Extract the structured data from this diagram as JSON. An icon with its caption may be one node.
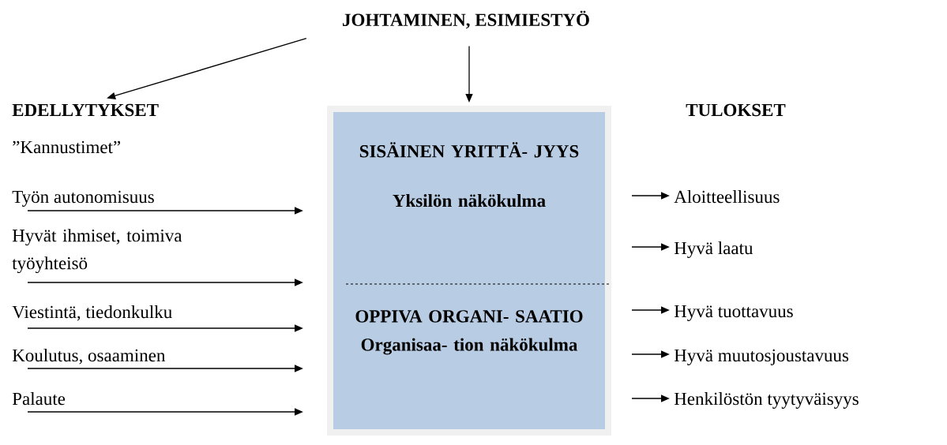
{
  "diagram": {
    "nodes": [
      {
        "text": [
          "JOHTAMINEN, ESIMIESTYÖ"
        ]
      },
      {
        "text": [
          "EDELLYTYKSET"
        ]
      },
      {
        "text": [
          "SISÄINEN YRITTÄ- JYYS",
          "Yksilön näkökulma",
          "OPPIVA ORGANI- SAATIO Organisaa- tion näkökulma"
        ]
      },
      {
        "text": [
          "Työn autonomisuus"
        ]
      },
      {
        "text": [
          "Hyvät ihmiset, toimiva työyhteisö"
        ]
      },
      {
        "text": [
          "Viestintä, tiedonkulku"
        ]
      },
      {
        "text": [
          "Koulutus, osaaminen"
        ]
      },
      {
        "text": [
          "Palaute"
        ]
      },
      {
        "text": [
          "Aloitteellisuus"
        ]
      },
      {
        "text": [
          "Hyvä laatu"
        ]
      },
      {
        "text": [
          "Hyvä tuottavuus"
        ]
      },
      {
        "text": [
          "Hyvä muutosjoustavuus"
        ]
      },
      {
        "text": [
          "Henkilöstön tyytyväisyys"
        ]
      }
    ],
    "edges": [
      {
        "from": 0,
        "to": 1,
        "arrow": "to"
      },
      {
        "from": 0,
        "to": 2,
        "arrow": "to"
      },
      {
        "from": 3,
        "to": 2,
        "arrow": "to"
      },
      {
        "from": 4,
        "to": 2,
        "arrow": "to"
      },
      {
        "from": 5,
        "to": 2,
        "arrow": "to"
      },
      {
        "from": 6,
        "to": 2,
        "arrow": "to"
      },
      {
        "from": 7,
        "to": 2,
        "arrow": "to"
      },
      {
        "from": 2,
        "to": 8,
        "arrow": "to"
      },
      {
        "from": 2,
        "to": 9,
        "arrow": "to"
      },
      {
        "from": 2,
        "to": 10,
        "arrow": "to"
      },
      {
        "from": 2,
        "to": 11,
        "arrow": "to"
      },
      {
        "from": 2,
        "to": 12,
        "arrow": "to"
      }
    ],
    "labels": [
      "”Kannustimet”",
      "TULOKSET"
    ]
  }
}
